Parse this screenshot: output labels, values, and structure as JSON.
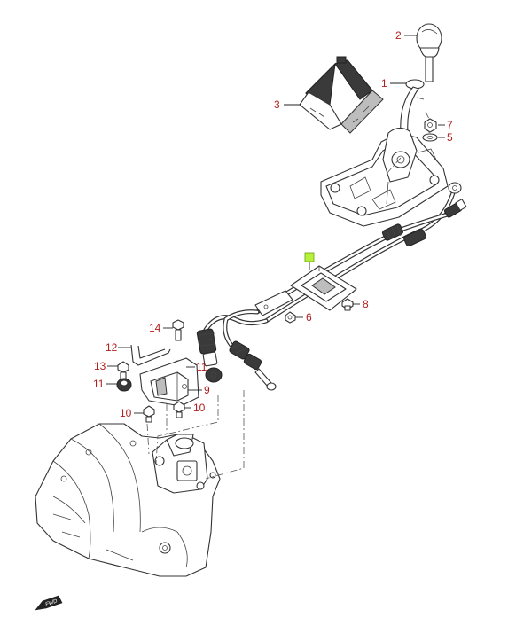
{
  "callouts": [
    {
      "num": "1",
      "part": "shift-lever"
    },
    {
      "num": "2",
      "part": "shift-knob"
    },
    {
      "num": "3",
      "part": "shift-boot"
    },
    {
      "num": "7",
      "part": "nut"
    },
    {
      "num": "5",
      "part": "washer"
    },
    {
      "num": "8",
      "part": "bolt"
    },
    {
      "num": "6",
      "part": "nut"
    },
    {
      "num": "14",
      "part": "bolt"
    },
    {
      "num": "12",
      "part": "clip"
    },
    {
      "num": "13",
      "part": "bolt"
    },
    {
      "num": "11",
      "part": "bushing"
    },
    {
      "num": "11",
      "part": "bushing"
    },
    {
      "num": "9",
      "part": "cable-bracket"
    },
    {
      "num": "10",
      "part": "bolt"
    },
    {
      "num": "10",
      "part": "bolt"
    }
  ],
  "highlight": {
    "part": "shift-cable-assembly",
    "color": "#b7f23a"
  },
  "fwd_label": "FWD",
  "colors": {
    "callout": "#b01e1e",
    "line": "#333333"
  }
}
